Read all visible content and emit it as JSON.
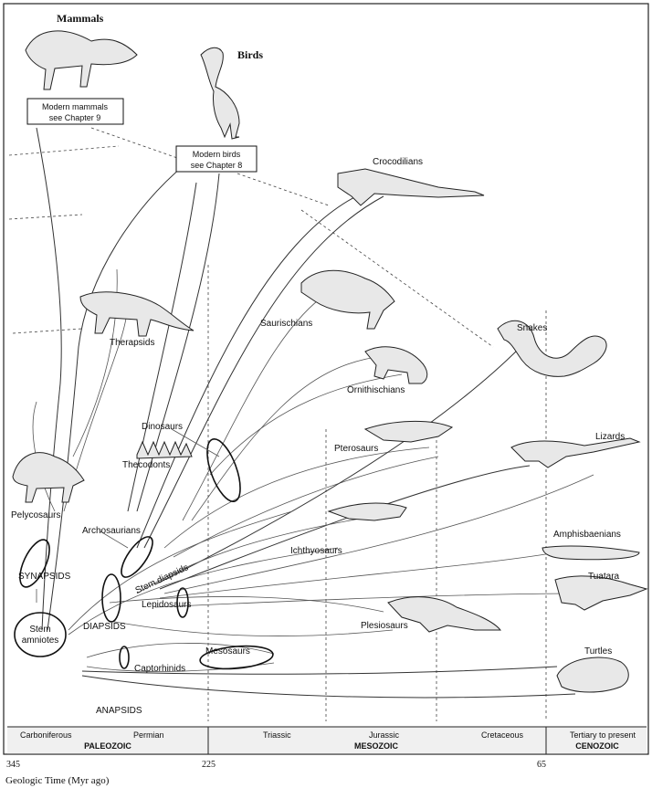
{
  "groups": {
    "mammals": "Mammals",
    "birds": "Birds",
    "modern_mammals": [
      "Modern mammals",
      "see Chapter 9"
    ],
    "modern_birds": [
      "Modern birds",
      "see Chapter 8"
    ],
    "crocodilians": "Crocodilians",
    "therapsids": "Therapsids",
    "saurischians": "Saurischians",
    "ornithischians": "Ornithischians",
    "snakes": "Snakes",
    "dinosaurs": "Dinosaurs",
    "pterosaurs": "Pterosaurs",
    "lizards": "Lizards",
    "thecodonts": "Thecodonts",
    "pelycosaurs": "Pelycosaurs",
    "archosaurians": "Archosaurians",
    "amphisbaenians": "Amphisbaenians",
    "ichthyosaurs": "Ichthyosaurs",
    "synapsids": "SYNAPSIDS",
    "stem_diapsids": "Stem diapsids",
    "tuatara": "Tuatara",
    "lepidosaurs": "Lepidosaurs",
    "plesiosaurs": "Plesiosaurs",
    "diapsids": "DIAPSIDS",
    "stem_amniotes": [
      "Stem",
      "amniotes"
    ],
    "mesosaurs": "Mesosaurs",
    "turtles": "Turtles",
    "captorhinids": "Captorhinids",
    "anapsids": "ANAPSIDS"
  },
  "periods": {
    "carboniferous": "Carboniferous",
    "permian": "Permian",
    "paleozoic": "PALEOZOIC",
    "triassic": "Triassic",
    "jurassic": "Jurassic",
    "mesozoic": "MESOZOIC",
    "cretaceous": "Cretaceous",
    "tertiary": "Tertiary to present",
    "cenozoic": "CENOZOIC"
  },
  "time_ticks": [
    "345",
    "225",
    "65"
  ],
  "axis_label": "Geologic Time (Myr ago)"
}
